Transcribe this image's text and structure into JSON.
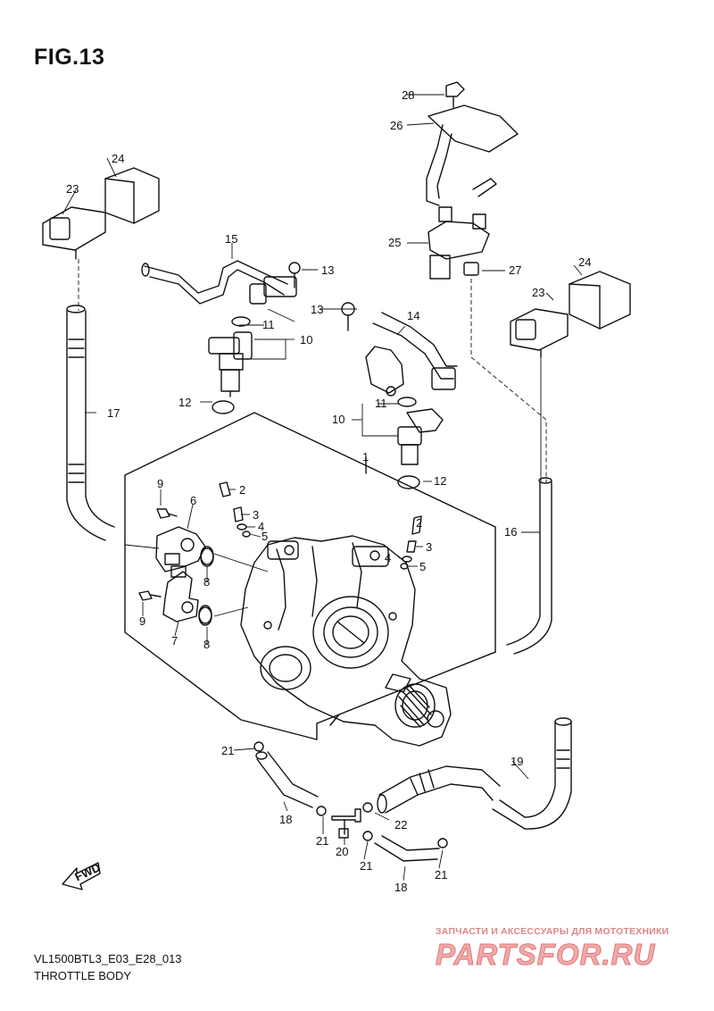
{
  "figure": {
    "title": "FIG.13"
  },
  "footer": {
    "code": "VL1500BTL3_E03_E28_013",
    "name": "THROTTLE BODY"
  },
  "watermark": {
    "tagline": "ЗАПЧАСТИ И АКСЕССУАРЫ ДЛЯ МОТОТЕХНИКИ",
    "brand": "PARTSFOR.RU",
    "color": "#e07777"
  },
  "fwd_label": "FWD",
  "callouts": {
    "c1": "1",
    "c2a": "2",
    "c2b": "2",
    "c3a": "3",
    "c3b": "3",
    "c4a": "4",
    "c4b": "4",
    "c5a": "5",
    "c5b": "5",
    "c6": "6",
    "c7": "7",
    "c8a": "8",
    "c8b": "8",
    "c9a": "9",
    "c9b": "9",
    "c10a": "10",
    "c10b": "10",
    "c11a": "11",
    "c11b": "11",
    "c12a": "12",
    "c12b": "12",
    "c13a": "13",
    "c13b": "13",
    "c14": "14",
    "c15": "15",
    "c16": "16",
    "c17": "17",
    "c18a": "18",
    "c18b": "18",
    "c19": "19",
    "c20": "20",
    "c21a": "21",
    "c21b": "21",
    "c21c": "21",
    "c21d": "21",
    "c22": "22",
    "c23a": "23",
    "c23b": "23",
    "c24a": "24",
    "c24b": "24",
    "c25": "25",
    "c26": "26",
    "c27": "27",
    "c28": "28"
  }
}
